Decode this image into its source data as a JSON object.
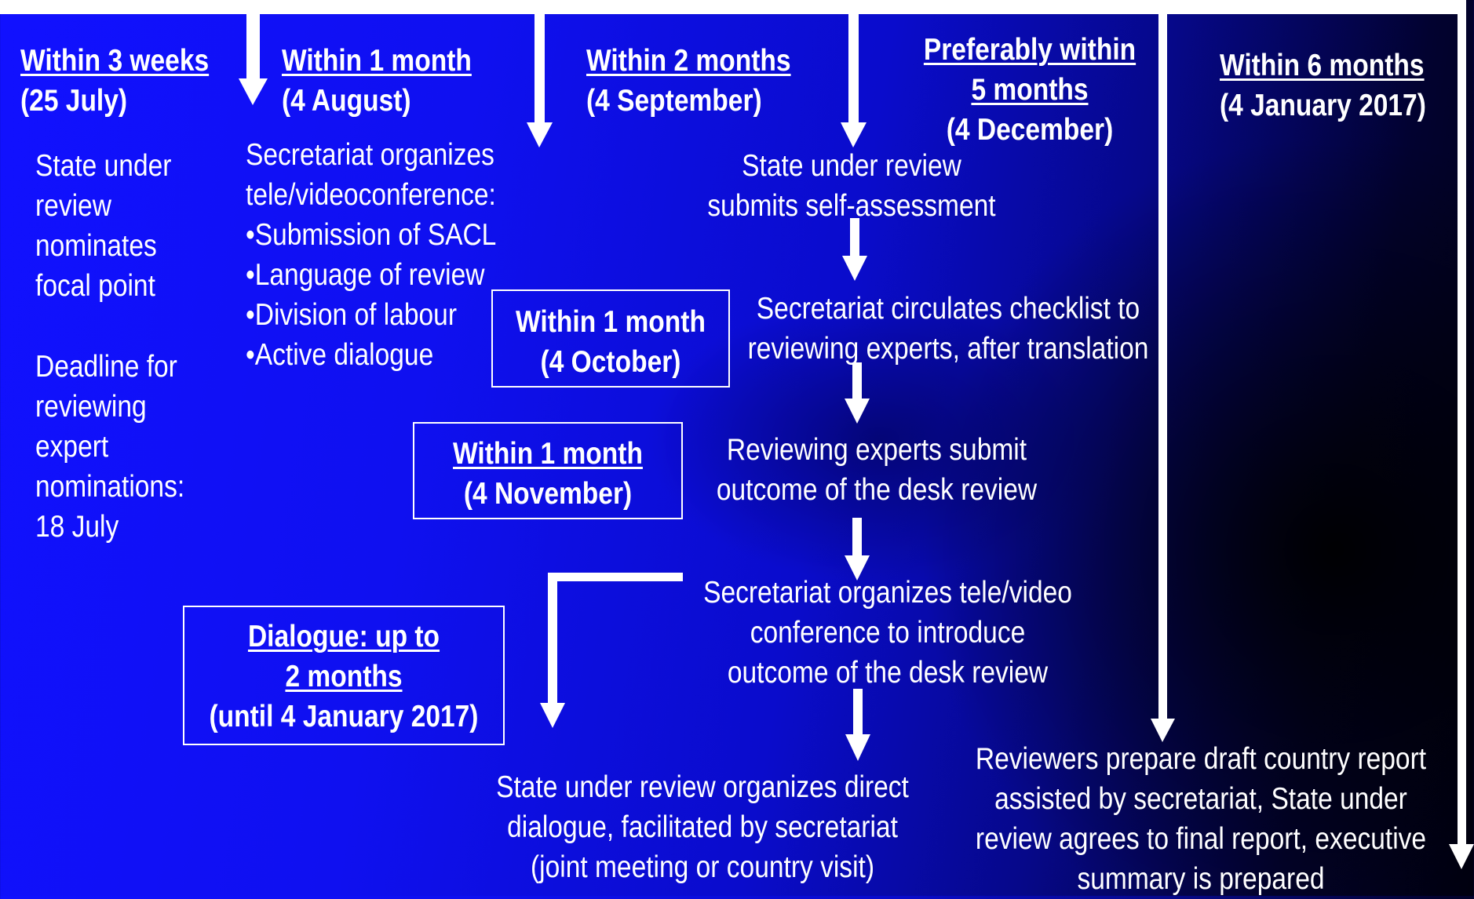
{
  "headers": [
    {
      "line1": "Within 3 weeks",
      "line2": "(25 July)"
    },
    {
      "line1": "Within 1 month",
      "line2": "(4 August)"
    },
    {
      "line1": "Within 2 months",
      "line2": "(4 September)"
    },
    {
      "line1": "Preferably within",
      "line1b": "5 months",
      "line2": "(4 December)"
    },
    {
      "line1": "Within 6 months",
      "line2": "(4 January 2017)"
    }
  ],
  "col1": {
    "nominate": [
      "State under",
      "review",
      "nominates",
      "focal point"
    ],
    "deadline": [
      "Deadline for",
      "reviewing",
      "expert",
      "nominations:",
      "18 July"
    ]
  },
  "col2": {
    "lines": [
      "Secretariat organizes",
      "tele/videoconference:",
      "•Submission of  SACL",
      "•Language of review",
      "•Division of labour",
      "•Active dialogue"
    ]
  },
  "boxes": {
    "october": {
      "line1": "Within 1 month",
      "line2": "(4 October)"
    },
    "november": {
      "line1": "Within 1 month",
      "line2": "(4 November)"
    },
    "dialogue": {
      "line1": "Dialogue: up to",
      "line2": "2 months",
      "line3": "(until 4 January 2017)"
    }
  },
  "steps": {
    "self_assessment": [
      "State under review",
      "submits self-assessment"
    ],
    "checklist": [
      "Secretariat circulates checklist to",
      "reviewing experts, after translation"
    ],
    "desk_review": [
      "Reviewing experts submit",
      "outcome of the desk review"
    ],
    "conference": [
      "Secretariat organizes tele/video",
      "conference to introduce",
      "outcome of the desk review"
    ],
    "direct_dialogue": [
      "State under review organizes direct",
      "dialogue, facilitated by secretariat",
      "(joint meeting or country visit)"
    ],
    "draft_report": [
      "Reviewers prepare draft country report",
      "assisted by secretariat, State under",
      "review agrees to final report, executive",
      "summary is prepared"
    ]
  },
  "colors": {
    "text": "#ffffff",
    "arrow": "#ffffff",
    "background": "#1111ff"
  }
}
